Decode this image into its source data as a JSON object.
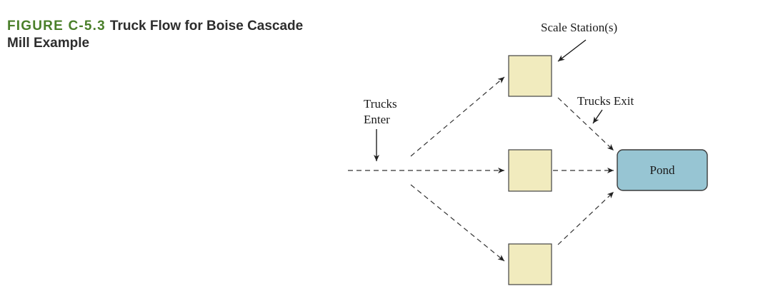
{
  "caption": {
    "figure_label": "FIGURE C-5.3",
    "title": "Truck Flow for Boise Cascade Mill Example"
  },
  "diagram": {
    "scale_label": "Scale Station(s)",
    "enter_label_line1": "Trucks",
    "enter_label_line2": "Enter",
    "exit_label": "Trucks Exit",
    "pond_label": "Pond"
  },
  "colors": {
    "figure_label": "#4a7f2a",
    "station_fill": "#f1ebbe",
    "pond_fill": "#97c5d3"
  }
}
